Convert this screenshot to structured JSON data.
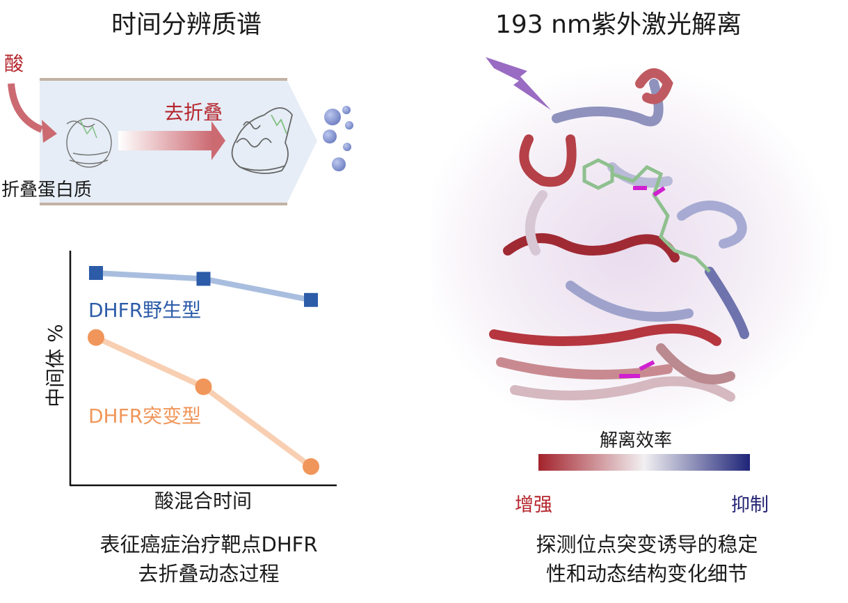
{
  "left_title": "时间分辨质谱",
  "right_title": "193 nm紫外激光解离",
  "flow": {
    "acid_label": "酸",
    "unfold_label": "去折叠",
    "folded_protein_label": "折叠蛋白质"
  },
  "colors": {
    "wild_type": "#2c5ba8",
    "wild_type_line": "#a9bedf",
    "mutant": "#f0965a",
    "mutant_line": "#f8cfb2",
    "acid_red": "#b5262e",
    "enhance": "#b5262e",
    "suppress": "#252575"
  },
  "chart_data": {
    "type": "line",
    "xlabel": "酸混合时间",
    "ylabel": "中间体 %",
    "ylim": [
      0,
      100
    ],
    "x": [
      1,
      2,
      3
    ],
    "series": [
      {
        "name": "DHFR野生型",
        "marker": "square",
        "values": [
          90.5,
          88,
          79
        ]
      },
      {
        "name": "DHFR突变型",
        "marker": "circle",
        "values": [
          63,
          42,
          8
        ]
      }
    ],
    "grid": false
  },
  "colorbar": {
    "title": "解离效率",
    "low_label": "增强",
    "high_label": "抑制"
  },
  "left_caption": [
    "表征癌症治疗靶点DHFR",
    "去折叠动态过程"
  ],
  "right_caption": [
    "探测位点突变诱导的稳定",
    "性和动态结构变化细节"
  ]
}
